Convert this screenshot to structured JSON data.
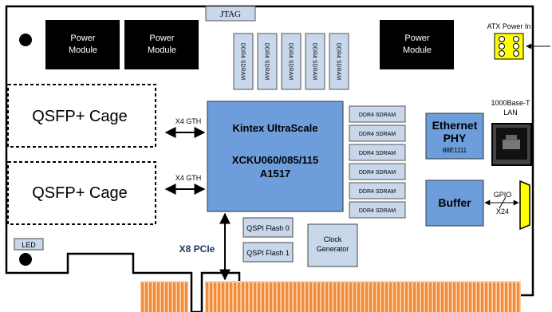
{
  "board": {
    "jtag": "JTAG",
    "power_modules": [
      "Power\nModule",
      "Power\nModule",
      "Power\nModule"
    ],
    "atx_label": "ATX Power In",
    "lan_label": "1000Base-T\nLAN",
    "qsfp": [
      "QSFP+ Cage",
      "QSFP+ Cage"
    ],
    "gth_labels": [
      "X4 GTH",
      "X4 GTH"
    ],
    "fpga": {
      "line1": "Kintex UltraScale",
      "line2": "XCKU060/085/115",
      "line3": "A1517"
    },
    "ddr_top": [
      "DDR4 SDRAM",
      "DDR4 SDRAM",
      "DDR4 SDRAM",
      "DDR4 SDRAM",
      "DDR4 SDRAM"
    ],
    "ddr_right": [
      "DDR4 SDRAM",
      "DDR4 SDRAM",
      "DDR4 SDRAM",
      "DDR4 SDRAM",
      "DDR4 SDRAM",
      "DDR4 SDRAM"
    ],
    "ethernet": {
      "line1": "Ethernet",
      "line2": "PHY",
      "part": "88E1111"
    },
    "buffer": "Buffer",
    "gpio": {
      "label": "GPIO",
      "count": "X24"
    },
    "qspi": [
      "QSPI Flash 0",
      "QSPI Flash 1"
    ],
    "clock": "Clock\nGenerator",
    "led": "LED",
    "pcie": "X8 PCIe"
  },
  "colors": {
    "fpga_fill": "#6d9ddb",
    "chip_fill": "#c8d7ea",
    "black_module": "#000000",
    "gold_finger": "#f08c3a",
    "yellow": "#ffff00",
    "pcie_text": "#1f3864"
  }
}
